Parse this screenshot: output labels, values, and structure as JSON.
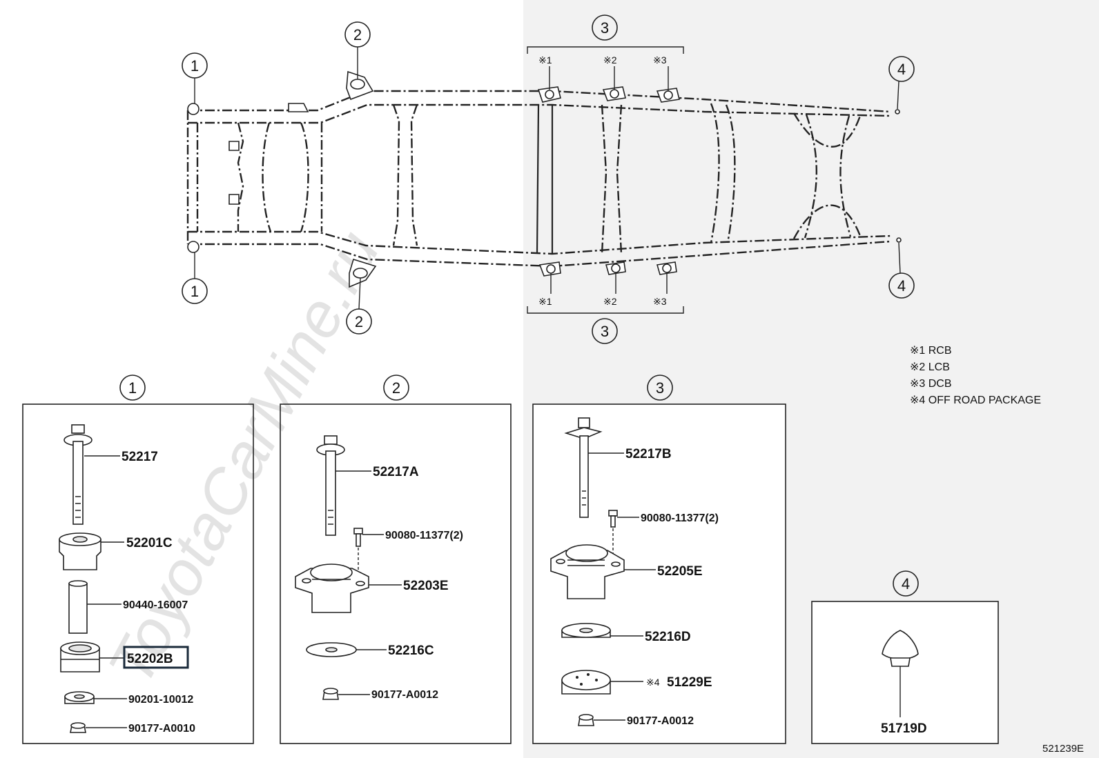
{
  "callouts": {
    "c1": "1",
    "c2": "2",
    "c3": "3",
    "c4": "4"
  },
  "frame_marks": {
    "m1": "※1",
    "m2": "※2",
    "m3": "※3"
  },
  "legend": [
    "※1 RCB",
    "※2 LCB",
    "※3 DCB",
    "※4 OFF ROAD PACKAGE"
  ],
  "group1": {
    "parts": [
      "52217",
      "52201C",
      "90440-16007",
      "52202B",
      "90201-10012",
      "90177-A0010"
    ]
  },
  "group2": {
    "parts": [
      "52217A",
      "90080-11377(2)",
      "52203E",
      "52216C",
      "90177-A0012"
    ]
  },
  "group3": {
    "parts": [
      "52217B",
      "90080-11377(2)",
      "52205E",
      "52216D",
      "51229E",
      "90177-A0012"
    ],
    "note_mark": "※4"
  },
  "group4": {
    "parts": [
      "51719D"
    ]
  },
  "figure_id": "521239E",
  "watermark": "ToyotaCarMine.ru",
  "colors": {
    "background": "#ffffff",
    "shaded_panel": "#f2f2f2",
    "line": "#222222",
    "watermark": "#e3e3e3"
  }
}
